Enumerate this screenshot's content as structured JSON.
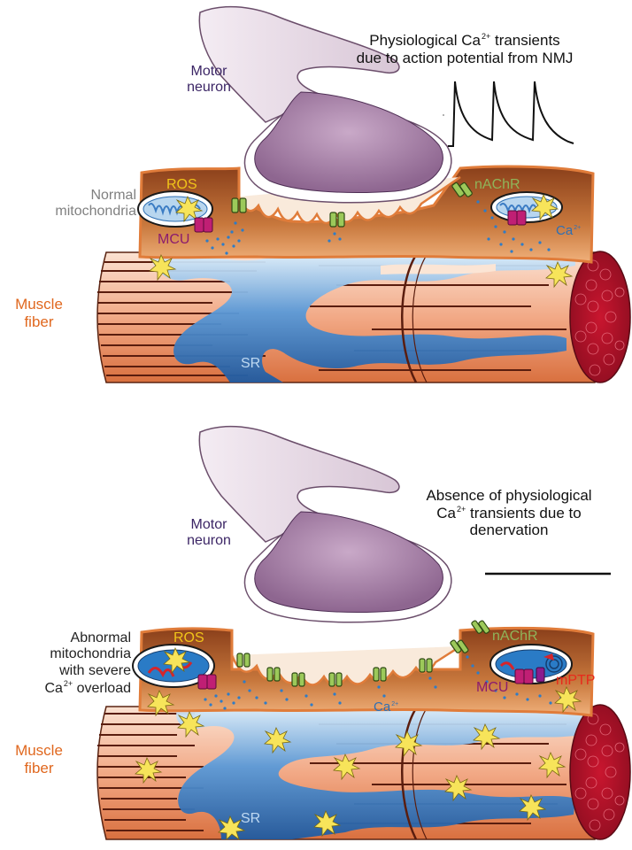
{
  "top": {
    "motor_neuron": [
      "Motor",
      "neuron"
    ],
    "ca_title_line1_pre": "Physiological Ca",
    "ca_title_line1_sup": "2+",
    "ca_title_line1_post": " transients",
    "ca_title_line2": "due to action potential from NMJ",
    "normal_mito": [
      "Normal",
      "mitochondria"
    ],
    "ros": "ROS",
    "mcu": "MCU",
    "nachr": "nAChR",
    "ca": "Ca",
    "ca_sup": "2+",
    "muscle": [
      "Muscle",
      "fiber"
    ],
    "sr": "SR"
  },
  "bottom": {
    "motor_neuron": [
      "Motor",
      "neuron"
    ],
    "absence_line1": "Absence of physiological",
    "absence_line2_pre": "Ca",
    "absence_line2_sup": "2+",
    "absence_line2_post": " transients due to",
    "absence_line3": "denervation",
    "abnormal_mito": [
      "Abnormal",
      "mitochondria",
      "with severe"
    ],
    "overload_pre": "Ca",
    "overload_sup": "2+",
    "overload_post": " overload",
    "ros": "ROS",
    "mcu": "MCU",
    "nachr": "nAChR",
    "mptp": "mPTP",
    "ca": "Ca",
    "ca_sup": "2+",
    "muscle": [
      "Muscle",
      "fiber"
    ],
    "sr": "SR"
  },
  "colors": {
    "neuron_fill": "#e8dbe6",
    "terminal_fill": "#a37da4",
    "sarcoplasm": "#c77b3f",
    "muscle_fill": "#f3b89c",
    "sr_blue": "#3b7cc4",
    "cross_section": "#b3122c",
    "motor_neuron_text": "#3b2565",
    "muscle_text": "#e0681f",
    "ros_text": "#f0c419",
    "mcu_text": "#8b1c6e",
    "nachr_text": "#8fb45a",
    "ca_text": "#2e6fb3",
    "sr_text": "#bfd9f2",
    "mptp_text": "#e8291c",
    "gray_text": "#808080"
  }
}
